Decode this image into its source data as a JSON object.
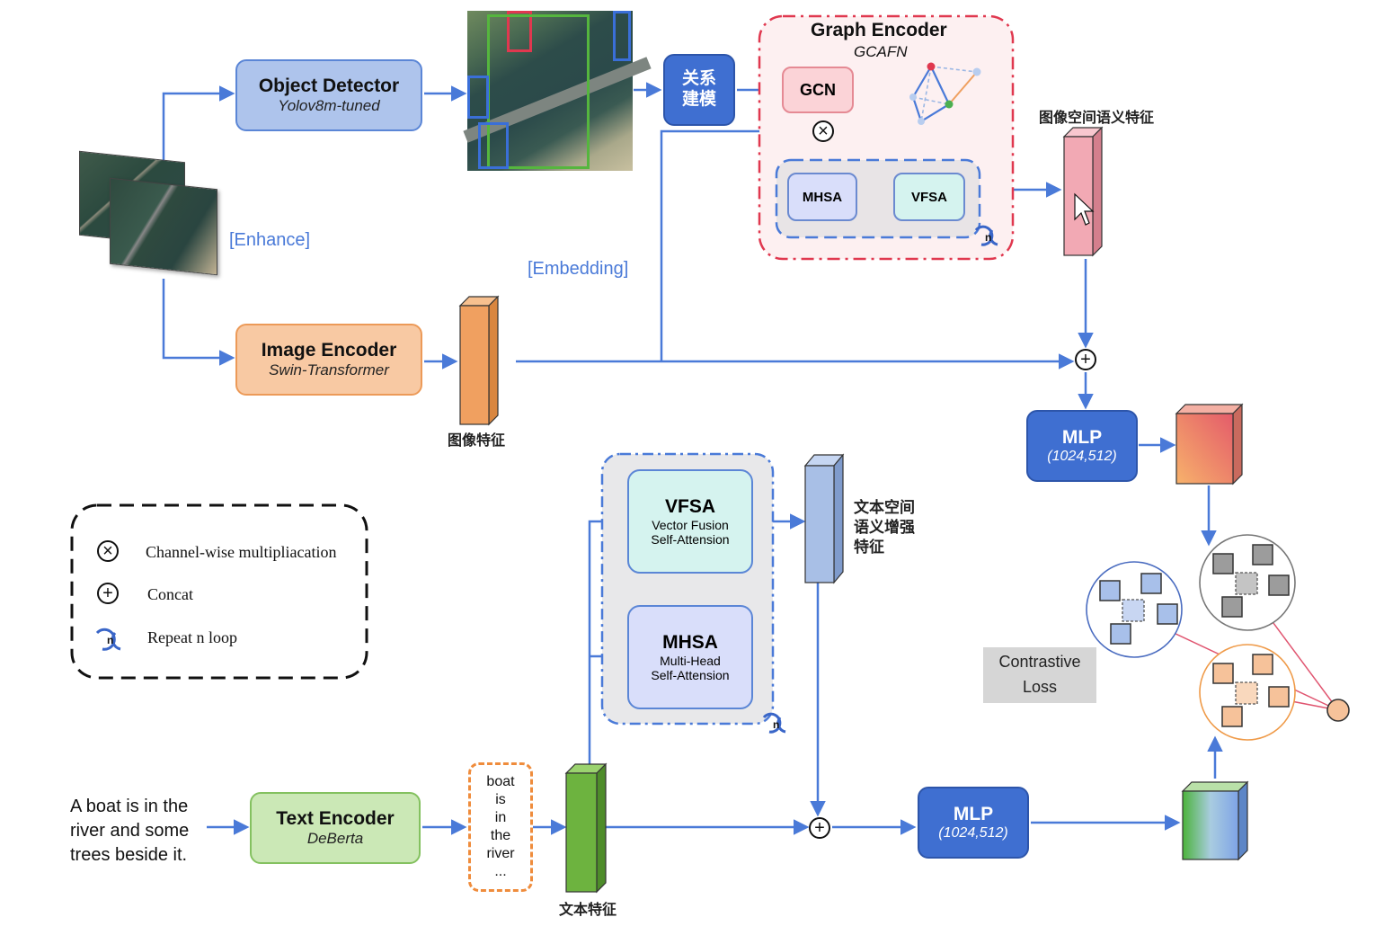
{
  "labels": {
    "enhance": "[Enhance]",
    "embedding": "[Embedding]",
    "image_feature": "图像特征",
    "text_feature": "文本特征",
    "image_spatial_feature": "图像空间语义特征",
    "text_spatial_feature": [
      "文本空间",
      "语义增强",
      "特征"
    ],
    "relation_modeling": [
      "关系",
      "建模"
    ],
    "input_sentence": [
      "A boat is in the",
      "river and some",
      "trees beside it."
    ],
    "token_list": [
      "boat",
      "is",
      "in",
      "the",
      "river",
      "..."
    ],
    "repeat_n": "n"
  },
  "modules": {
    "object_detector": {
      "title": "Object Detector",
      "sub": "Yolov8m-tuned"
    },
    "image_encoder": {
      "title": "Image Encoder",
      "sub": "Swin-Transformer"
    },
    "text_encoder": {
      "title": "Text Encoder",
      "sub": "DeBerta"
    },
    "graph_encoder": {
      "title": "Graph Encoder",
      "sub": "GCAFN"
    },
    "gcn": "GCN",
    "mhsa_small": "MHSA",
    "vfsa_small": "VFSA",
    "vfsa_big": {
      "title": "VFSA",
      "sub1": "Vector Fusion",
      "sub2": "Self-Attension"
    },
    "mhsa_big": {
      "title": "MHSA",
      "sub1": "Multi-Head",
      "sub2": "Self-Attension"
    },
    "mlp_top": {
      "title": "MLP",
      "sub": "(1024,512)"
    },
    "mlp_bottom": {
      "title": "MLP",
      "sub": "(1024,512)"
    },
    "contrastive_loss": [
      "Contrastive",
      "Loss"
    ]
  },
  "legend": [
    {
      "symbol": "⊗",
      "text": "Channel-wise multipliacation"
    },
    {
      "symbol": "⊕",
      "text": "Concat"
    },
    {
      "symbol": "repeat",
      "text": "Repeat n loop"
    }
  ],
  "colors": {
    "arrow": "#4a7ad8",
    "graph_border": "#e0384f",
    "image_feature": "#f0a060",
    "text_feature": "#6db33f",
    "spatial_feature": "#f2a9b4",
    "text_spatial": "#a8bfe6"
  }
}
